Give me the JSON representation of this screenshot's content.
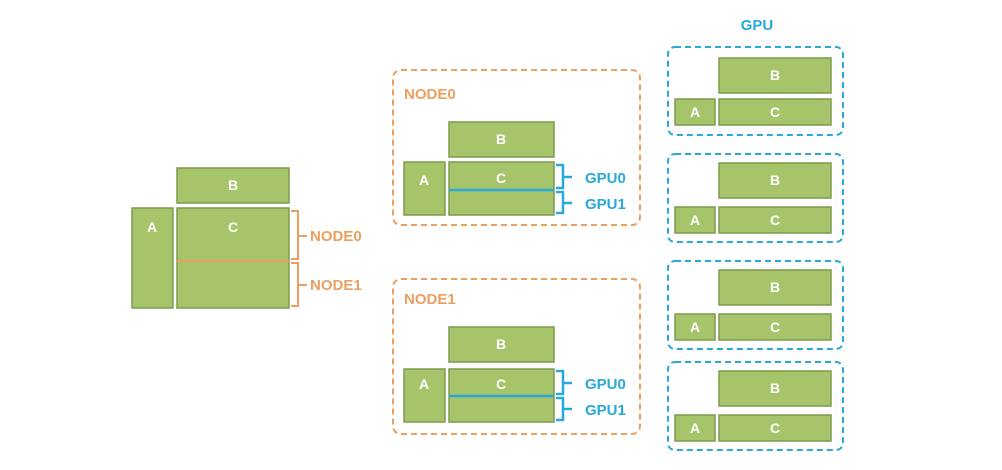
{
  "labels": {
    "a": "A",
    "b": "B",
    "c": "C",
    "node0": "NODE0",
    "node1": "NODE1",
    "gpu0": "GPU0",
    "gpu1": "GPU1",
    "gpu_title": "GPU"
  },
  "colors": {
    "block_fill": "#a6c46a",
    "block_border": "#7f9a4e",
    "node_accent": "#ec9f5f",
    "gpu_accent": "#28a9d9"
  }
}
